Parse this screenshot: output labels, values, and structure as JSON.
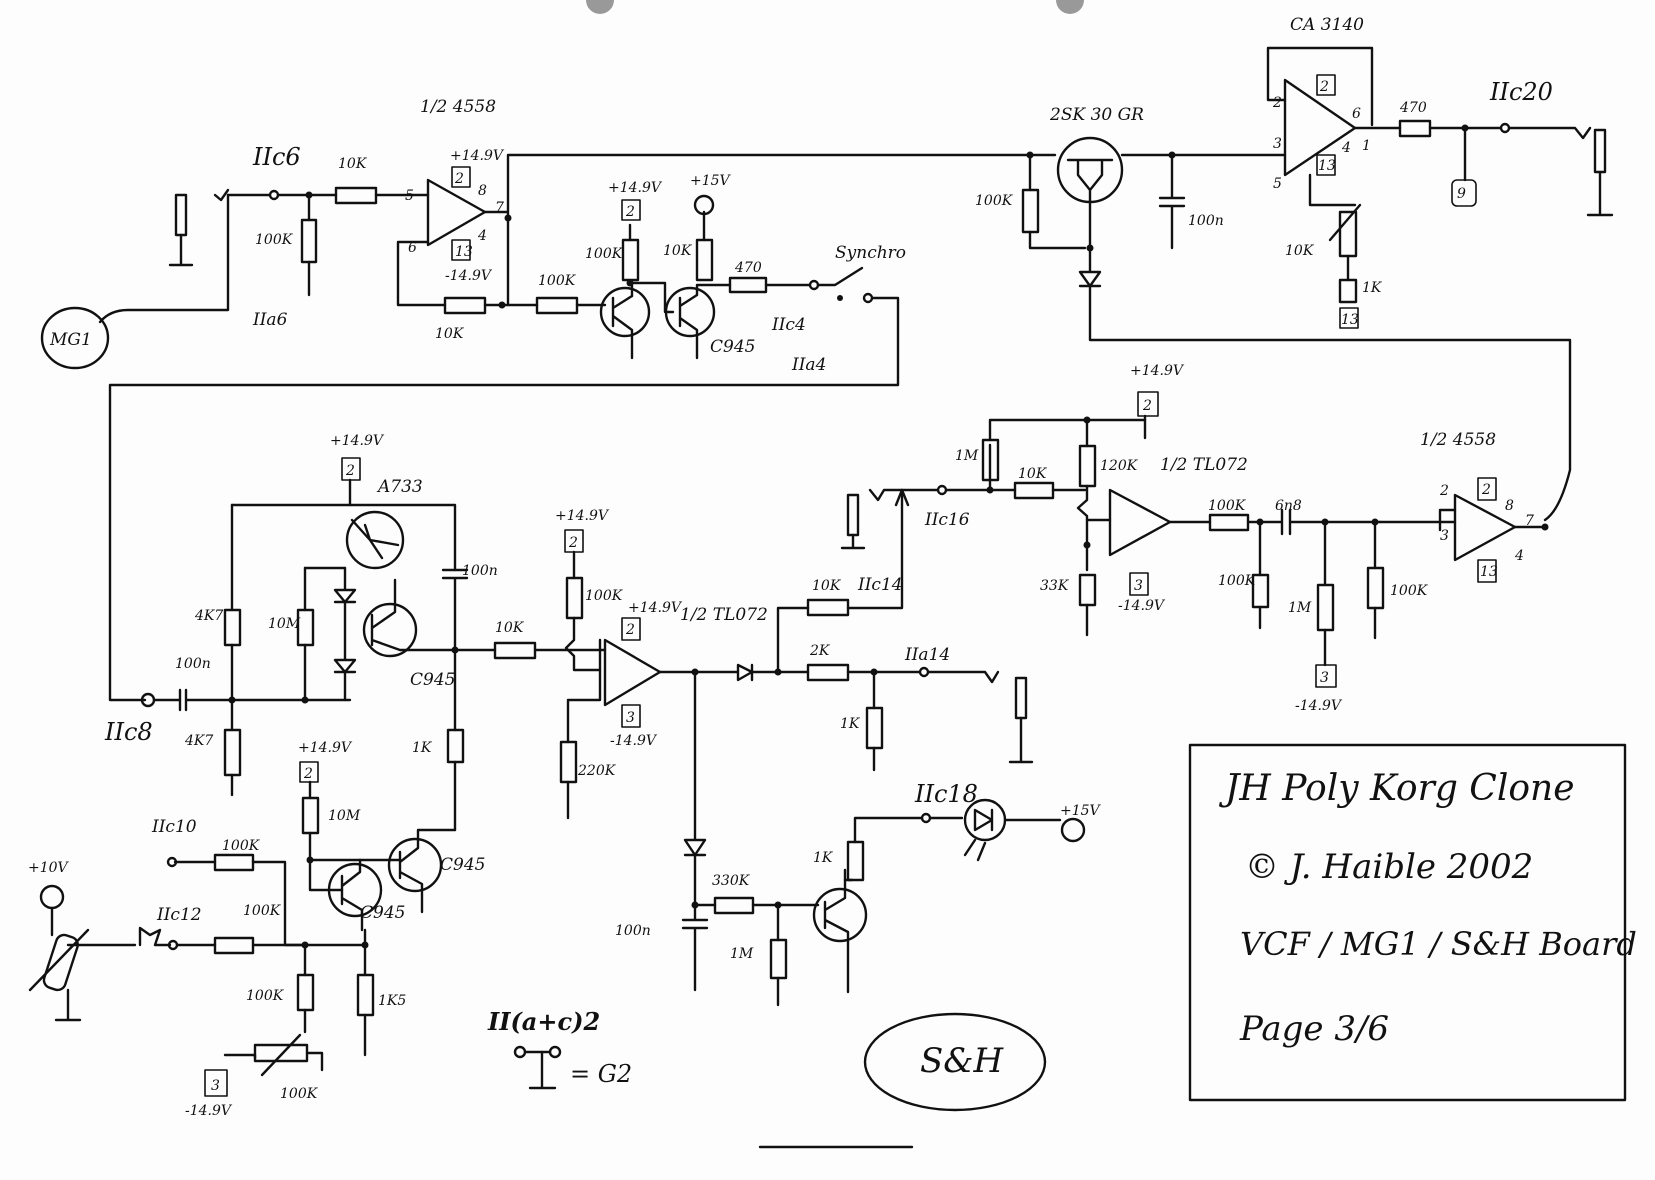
{
  "title_block": {
    "line1": "JH Poly Korg Clone",
    "line2": "© J. Haible 2002",
    "line3": "VCF / MG1 / S&H Board",
    "line4": "Page 3/6"
  },
  "section_label": "S&H",
  "ground_note": {
    "label": "II(a+c)2",
    "equals": "= G2"
  },
  "parts": {
    "u_half_4558_top": "1/2 4558",
    "u_half_4558_right": "1/2 4558",
    "u_ca3140": "CA 3140",
    "u_tl072_mid": "1/2 TL072",
    "u_tl072_right": "1/2 TL072",
    "q_2sk30": "2SK 30 GR",
    "q_a733": "A733",
    "q_c945_a": "C945",
    "q_c945_b": "C945",
    "q_c945_c": "C945",
    "q_c945_d": "C945"
  },
  "values": {
    "r10k_in": "10K",
    "r100k_in": "100K",
    "r10k_fb": "10K",
    "r100k_b": "100K",
    "r100k_q1": "100K",
    "r10k_q2": "10K",
    "r470_a": "470",
    "r100k_fet": "100K",
    "c100n_fet": "100n",
    "r470_b": "470",
    "r10k_trim": "10K",
    "r1k_trim": "1K",
    "r4k7_top": "4K7",
    "r4k7_bot": "4K7",
    "r10m_a": "10M",
    "c100n_a": "100n",
    "c100n_in": "100n",
    "r1k_em": "1K",
    "r10k_sh": "10K",
    "r100k_sh": "100K",
    "r220k": "220K",
    "r10k_out": "10K",
    "r2k": "2K",
    "r1k_out": "1K",
    "r1m_a": "1M",
    "r10k_b": "10K",
    "r120k": "120K",
    "r33k": "33K",
    "r100k_c": "100K",
    "c6n8": "6n8",
    "r100k_d": "100K",
    "r1m_b": "1M",
    "r100k_e": "100K",
    "r10m_b": "10M",
    "r100k_f": "100K",
    "r100k_g": "100K",
    "r100k_h": "100K",
    "r1k5": "1K5",
    "r100k_trim": "100K",
    "r330k": "330K",
    "c100n_b": "100n",
    "r1m_c": "1M",
    "r1k_led": "1K"
  },
  "pins": {
    "p8": "8",
    "p7": "7",
    "p5": "5",
    "p6": "6",
    "p4": "4",
    "p2": "2",
    "p3": "3",
    "p1": "1"
  },
  "supplies": {
    "v14_9p": "+14.9V",
    "v14_9n": "-14.9V",
    "v15p": "+15V",
    "v10p": "+10V",
    "node2": "2",
    "node3": "3",
    "node9": "9",
    "node13": "13"
  },
  "connectors": {
    "c6": "IIc6",
    "a6": "IIa6",
    "c4": "IIc4",
    "a4": "IIa4",
    "c20": "IIc20",
    "c8": "IIc8",
    "c16": "IIc16",
    "c14": "IIc14",
    "a14": "IIa14",
    "c10": "IIc10",
    "c12": "IIc12",
    "c18": "IIc18"
  },
  "misc": {
    "mg1": "MG1",
    "synchro": "Synchro"
  }
}
